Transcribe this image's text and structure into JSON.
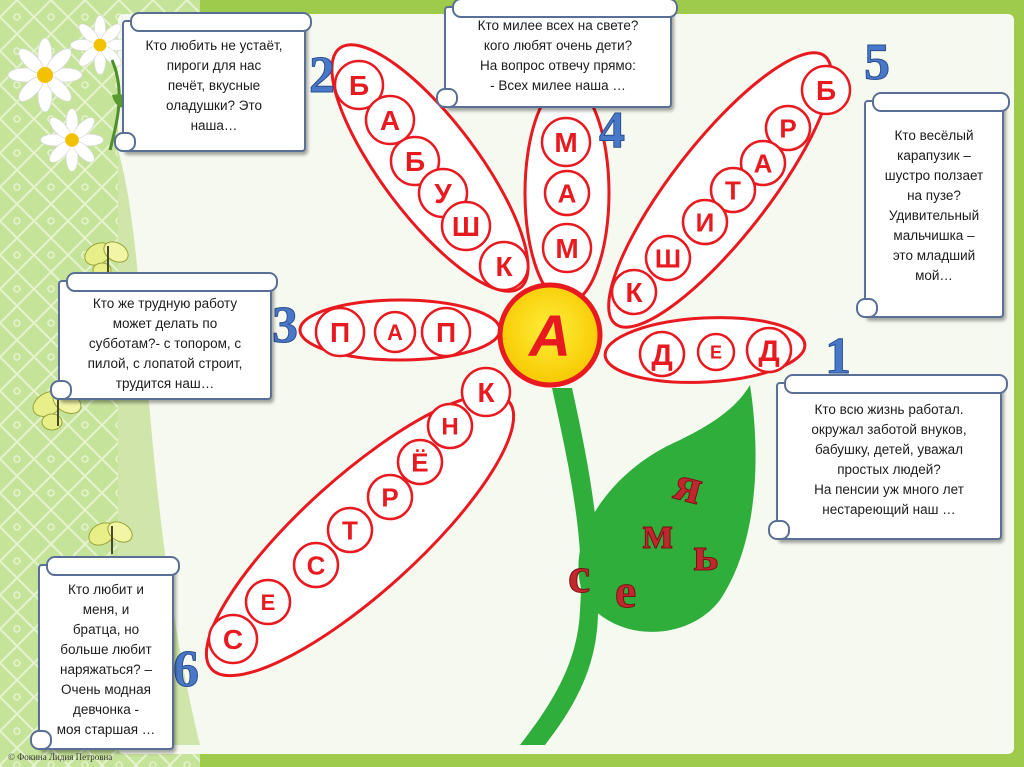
{
  "slide": {
    "center_letter": "А",
    "stem_word": [
      "с",
      "е",
      "м",
      "ь",
      "я"
    ],
    "credit": "© Фокина Лидия Петровна"
  },
  "petals": [
    {
      "number": "1",
      "letters": [
        "Д",
        "Е",
        "Д"
      ]
    },
    {
      "number": "2",
      "letters": [
        "Б",
        "А",
        "Б",
        "У",
        "Ш",
        "К"
      ]
    },
    {
      "number": "3",
      "letters": [
        "П",
        "А",
        "П"
      ]
    },
    {
      "number": "4",
      "letters": [
        "М",
        "А",
        "М"
      ]
    },
    {
      "number": "5",
      "letters": [
        "Б",
        "Р",
        "А",
        "Т",
        "И",
        "Ш",
        "К"
      ]
    },
    {
      "number": "6",
      "letters": [
        "С",
        "Е",
        "С",
        "Т",
        "Р",
        "Ё",
        "Н",
        "К"
      ]
    }
  ],
  "riddles": {
    "babushka": "Кто любить не устаёт,\nпироги для нас\nпечёт, вкусные\nоладушки? Это\nнаша…",
    "mama": "Кто милее всех на свете?\nкого любят очень дети?\nНа вопрос отвечу прямо:\n- Всех милее наша …",
    "brat": "Кто весёлый\nкарапузик –\nшустро ползает\nна пузе?\nУдивительный\nмальчишка –\nэто младший\nмой…",
    "papa": "Кто же трудную работу\nможет делать по\nсубботам?- с топором, с\nпилой, с лопатой строит,\nтрудится наш…",
    "ded": "Кто всю жизнь работал.\nокружал заботой внуков,\nбабушку, детей, уважал\nпростых людей?\nНа пенсии уж много лет\nнестареющий наш …",
    "sestra": "Кто любит и\nменя, и\nбратца, но\nбольше любит\nнаряжаться? –\nОчень модная\nдевчонка   -\nмоя старшая …"
  },
  "colors": {
    "petal_red": "#e8191f",
    "center_yellow": "#ffe600",
    "stem_green": "#2fae3c",
    "number_blue": "#4a78c8",
    "frame_green": "#9ecb4b",
    "letter_red": "#c0282e"
  }
}
